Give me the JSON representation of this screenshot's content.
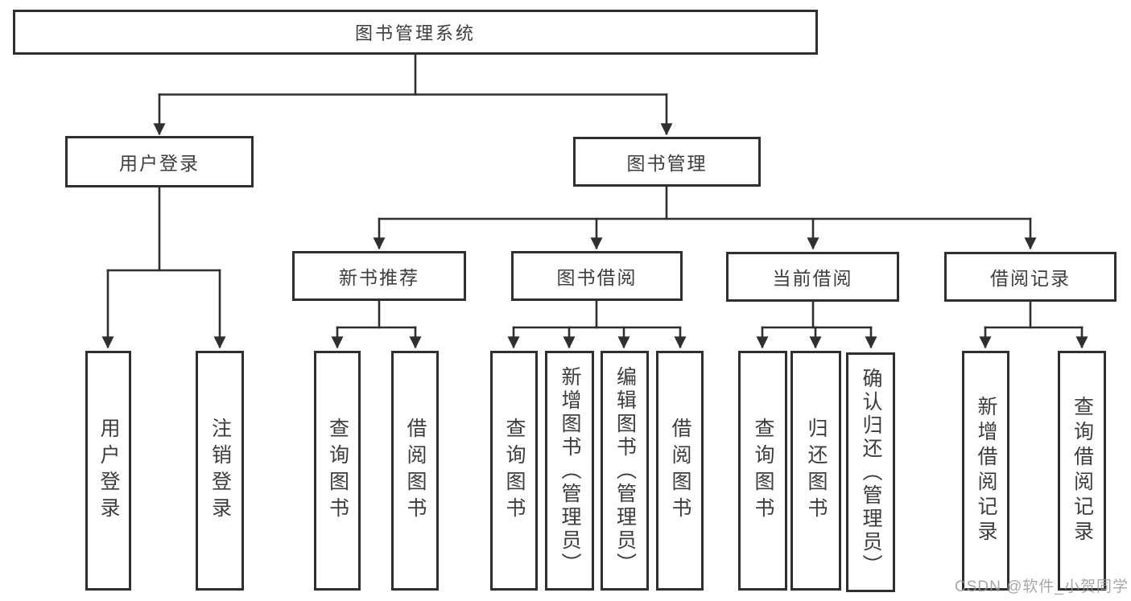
{
  "tree": {
    "label": "图书管理系统",
    "children": [
      {
        "label": "用户登录",
        "children": [
          {
            "label": "用户登录"
          },
          {
            "label": "注销登录"
          }
        ]
      },
      {
        "label": "图书管理",
        "children": [
          {
            "label": "新书推荐",
            "children": [
              {
                "label": "查询图书"
              },
              {
                "label": "借阅图书"
              }
            ]
          },
          {
            "label": "图书借阅",
            "children": [
              {
                "label": "查询图书"
              },
              {
                "label": "新增图书（管理员）"
              },
              {
                "label": "编辑图书（管理员）"
              },
              {
                "label": "借阅图书"
              }
            ]
          },
          {
            "label": "当前借阅",
            "children": [
              {
                "label": "查询图书"
              },
              {
                "label": "归还图书"
              },
              {
                "label": "确认归还（管理员）"
              }
            ]
          },
          {
            "label": "借阅记录",
            "children": [
              {
                "label": "新增借阅记录"
              },
              {
                "label": "查询借阅记录"
              }
            ]
          }
        ]
      }
    ]
  },
  "watermark": "CSDN @软件_小贺同学",
  "colors": {
    "line": "#2f2f2f",
    "box_border": "#2f2f2f",
    "text": "#3d3d3d",
    "watermark": "#989898",
    "background": "#ffffff"
  }
}
